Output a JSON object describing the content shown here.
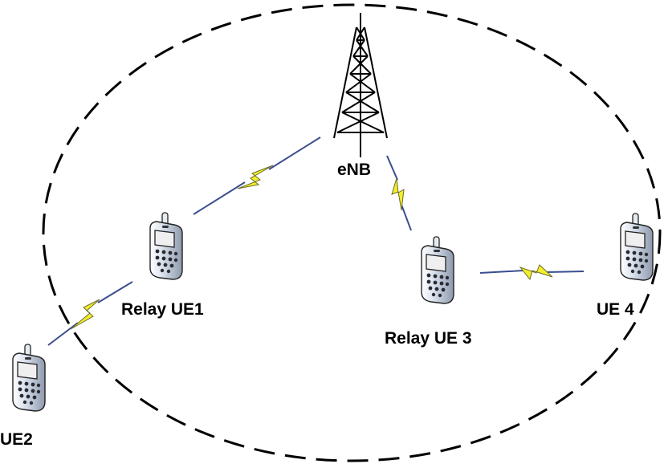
{
  "labels": {
    "enb": "eNB",
    "relay_ue1": "Relay UE1",
    "relay_ue3": "Relay UE 3",
    "ue4": "UE 4",
    "ue2": "UE2"
  },
  "colors": {
    "cell_border": "#000000",
    "link_line": "#3a4d8f",
    "lightning_fill": "#f3ee2a",
    "lightning_stroke": "#6b6b2a",
    "phone_body": "#c9d3e3",
    "phone_screen": "#e8e8e8",
    "phone_keys": "#2b2b33"
  },
  "icons": {
    "tower": "cell-tower-icon",
    "phone": "mobile-phone-icon",
    "wireless_link": "lightning-bolt-icon"
  }
}
